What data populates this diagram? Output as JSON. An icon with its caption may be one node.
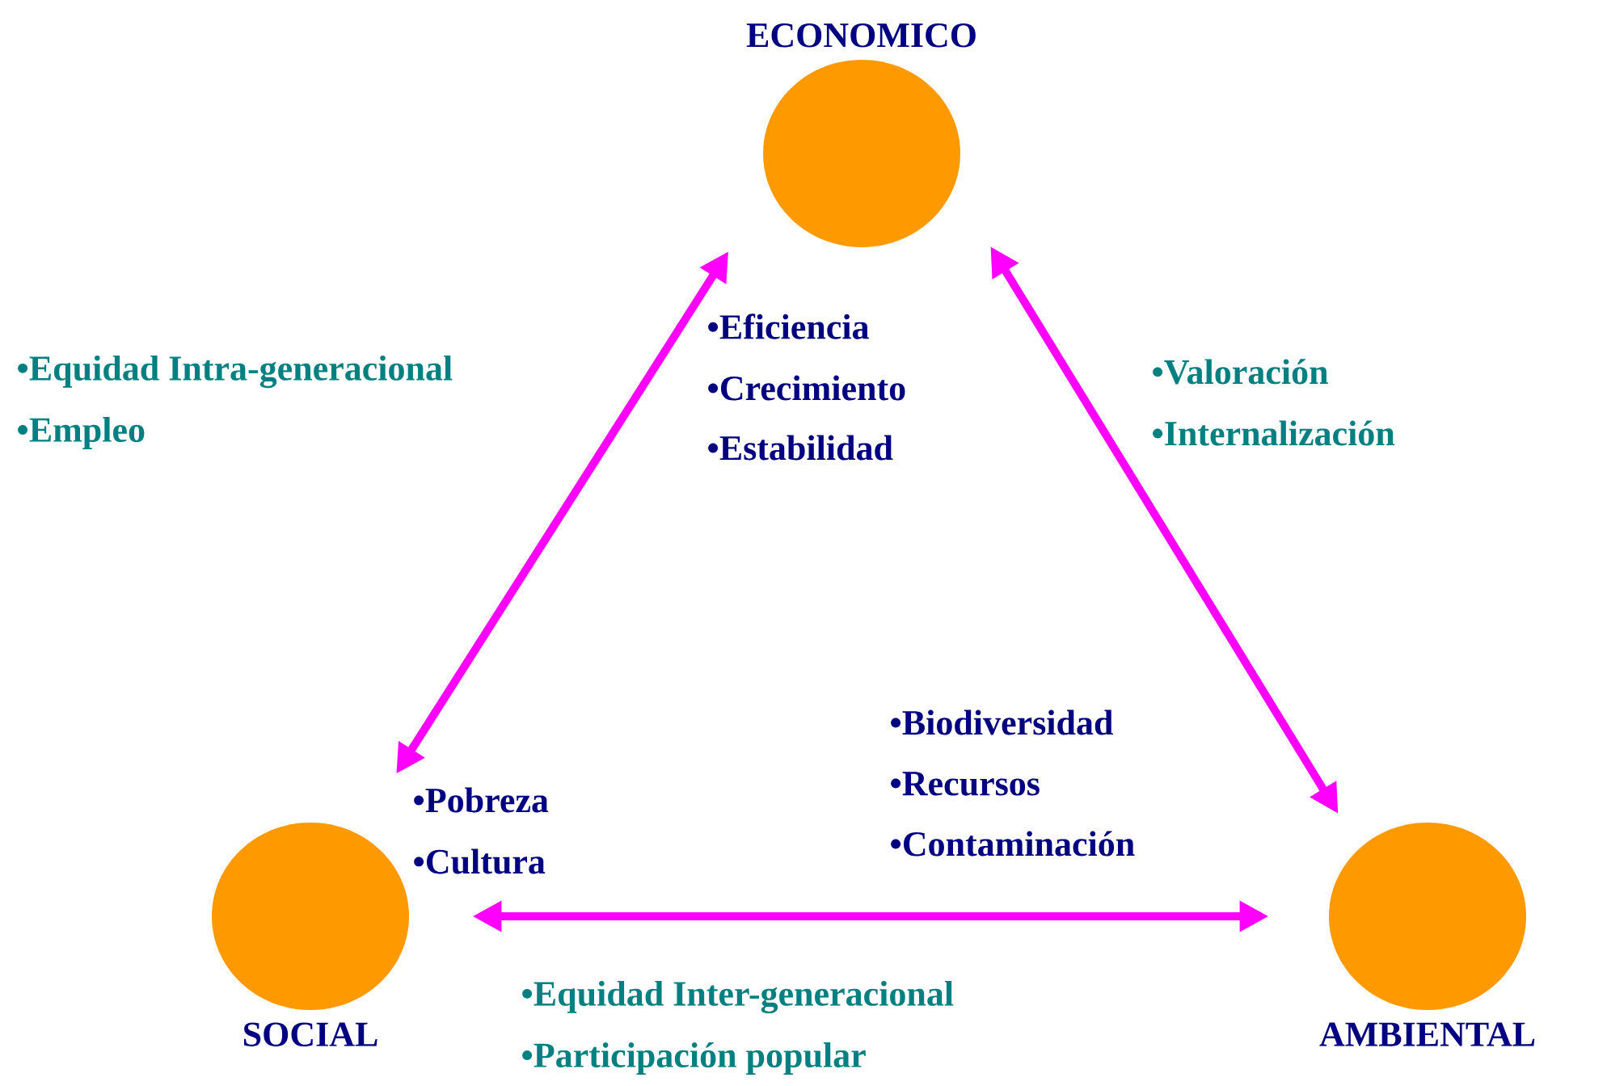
{
  "diagram": {
    "nodes": [
      {
        "text": [
          "ECONOMICO"
        ]
      },
      {
        "text": [
          "SOCIAL"
        ]
      },
      {
        "text": [
          "AMBIENTAL"
        ]
      }
    ],
    "edges": [
      {
        "from": 0,
        "to": 1,
        "arrow": "both"
      },
      {
        "from": 0,
        "to": 2,
        "arrow": "both"
      },
      {
        "from": 1,
        "to": 2,
        "arrow": "both"
      }
    ],
    "labels": [
      "•Equidad Intra-generacional",
      "•Empleo",
      "•Eficiencia",
      "•Crecimiento",
      "•Estabilidad",
      "•Valoración",
      "•Internalización",
      "•Biodiversidad",
      "•Recursos",
      "•Contaminación",
      "•Pobreza",
      "•Cultura",
      "•Equidad Inter-generacional",
      "•Participación popular"
    ]
  }
}
